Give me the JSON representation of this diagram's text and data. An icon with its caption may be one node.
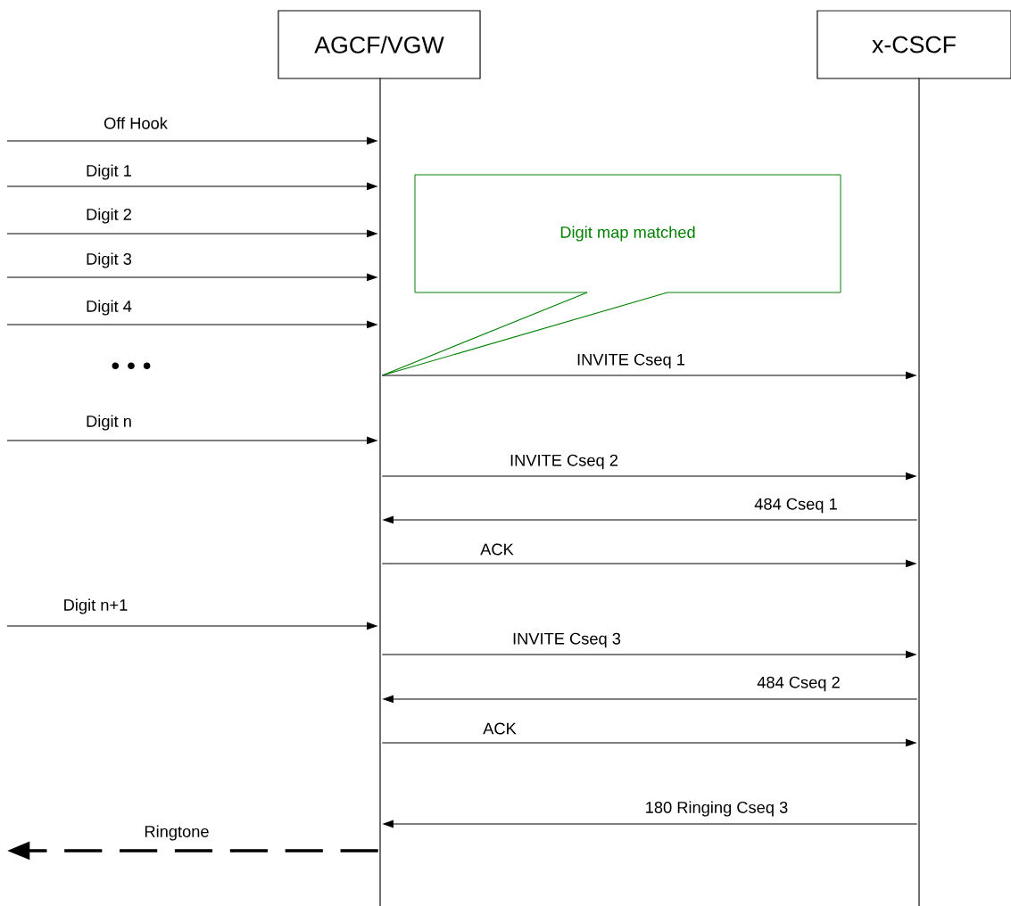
{
  "diagram": {
    "nodes": [
      {
        "text": [
          "AGCF/VGW"
        ]
      },
      {
        "text": [
          "x-CSCF"
        ]
      },
      {
        "text": [],
        "shape": "line"
      },
      {
        "text": [],
        "shape": "line"
      },
      {
        "text": [
          "Digit map matched"
        ]
      }
    ],
    "edges": [
      {
        "from": null,
        "to": 2,
        "arrow": "to",
        "label": "Off Hook"
      },
      {
        "from": null,
        "to": 2,
        "arrow": "to",
        "label": "Digit 1"
      },
      {
        "from": null,
        "to": 2,
        "arrow": "to",
        "label": "Digit 2"
      },
      {
        "from": null,
        "to": 2,
        "arrow": "to",
        "label": "Digit 3"
      },
      {
        "from": null,
        "to": 2,
        "arrow": "to",
        "label": "Digit 4"
      },
      {
        "from": 4,
        "to": 2,
        "arrow": "none",
        "color": "#008000"
      },
      {
        "from": 2,
        "to": 3,
        "arrow": "to",
        "label": "INVITE Cseq 1"
      },
      {
        "from": null,
        "to": 2,
        "arrow": "to",
        "label": "Digit n"
      },
      {
        "from": 2,
        "to": 3,
        "arrow": "to",
        "label": "INVITE Cseq 2"
      },
      {
        "from": 3,
        "to": 2,
        "arrow": "to",
        "label": "484 Cseq 1"
      },
      {
        "from": 2,
        "to": 3,
        "arrow": "to",
        "label": "ACK"
      },
      {
        "from": null,
        "to": 2,
        "arrow": "to",
        "label": "Digit n+1"
      },
      {
        "from": 2,
        "to": 3,
        "arrow": "to",
        "label": "INVITE Cseq 3"
      },
      {
        "from": 3,
        "to": 2,
        "arrow": "to",
        "label": "484 Cseq 2"
      },
      {
        "from": 2,
        "to": 3,
        "arrow": "to",
        "label": "ACK"
      },
      {
        "from": 3,
        "to": 2,
        "arrow": "to",
        "label": "180 Ringing Cseq 3"
      },
      {
        "from": 2,
        "to": null,
        "arrow": "to",
        "label": "Ringtone",
        "style": "dashed"
      }
    ],
    "labels": [
      "• • •"
    ]
  }
}
